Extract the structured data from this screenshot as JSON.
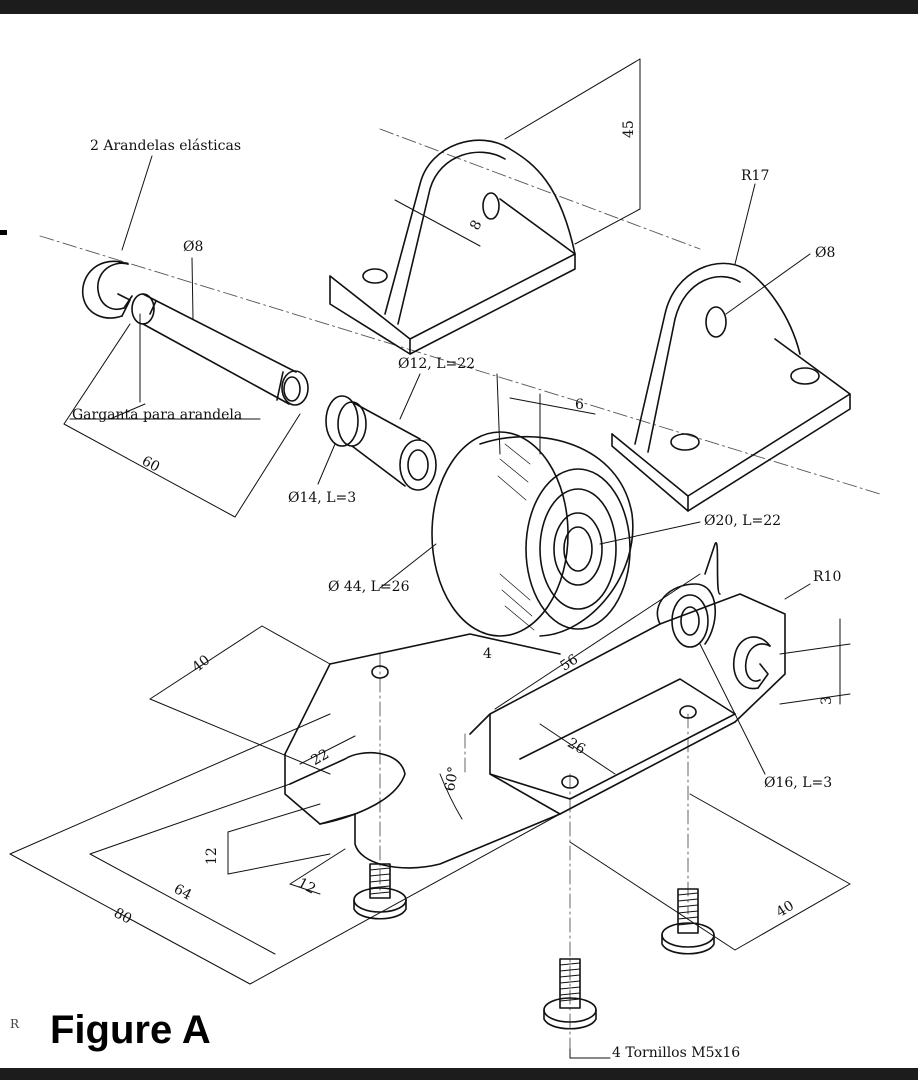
{
  "figure": {
    "title": "Figure A",
    "corner_mark": "R"
  },
  "labels": {
    "washers": "2 Arandelas elásticas",
    "pin_diameter": "Ø8",
    "washer_groove": "Garganta para arandela",
    "pin_length": "60",
    "bushing_main": "Ø12, L=22",
    "bushing_flange": "Ø14, L=3",
    "bracket_height": "45",
    "bracket_thickness": "8",
    "bracket_radius": "R17",
    "bracket_hole": "Ø8",
    "roller_wall": "6",
    "roller_inner": "Ø20, L=22",
    "roller_outer": "Ø 44, L=26",
    "base_radius": "R10",
    "base_width": "40",
    "base_length_56": "56",
    "base_offset_4": "4",
    "base_thickness_3": "3",
    "base_slot_26": "26",
    "base_slot_22": "22",
    "base_angle": "60°",
    "base_flange": "Ø16, L=3",
    "base_height_12": "12",
    "base_slot_12": "12",
    "base_length_64": "64",
    "base_length_80": "80",
    "base_width_40b": "40",
    "screws": "4 Tornillos M5x16"
  }
}
